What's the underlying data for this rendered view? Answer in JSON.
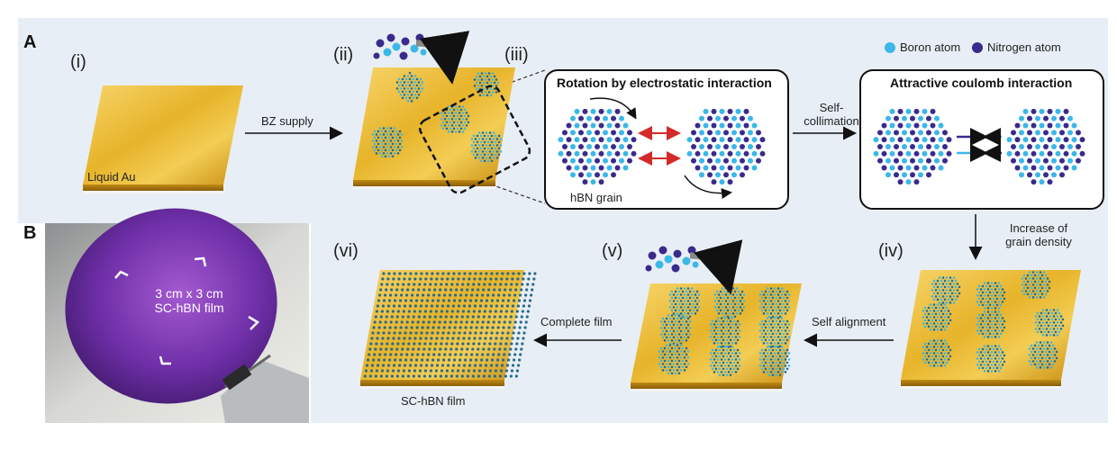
{
  "panel_labels": {
    "a": "A",
    "b": "B"
  },
  "steps": {
    "i": "(i)",
    "ii": "(ii)",
    "iii": "(iii)",
    "iv": "(iv)",
    "v": "(v)",
    "vi": "(vi)"
  },
  "labels": {
    "liquid_au": "Liquid Au",
    "bz_supply": "BZ supply",
    "self_collimation": [
      "Self-",
      "collimation"
    ],
    "increase_grain_density": [
      "Increase of",
      "grain density"
    ],
    "self_alignment": "Self alignment",
    "complete_film": "Complete film",
    "sc_hbn_film": "SC-hBN film",
    "hbn_grain": "hBN grain",
    "photo_text": [
      "3 cm x 3 cm",
      "SC-hBN film"
    ]
  },
  "boxes": {
    "rotation_title": "Rotation by electrostatic interaction",
    "coulomb_title": "Attractive coulomb interaction"
  },
  "legend": {
    "boron": "Boron atom",
    "nitrogen": "Nitrogen atom"
  },
  "colors": {
    "panel_bg": "#e8eef5",
    "gold": "#e8b62a",
    "boron": "#3bb8e6",
    "nitrogen": "#3a2a8c",
    "red_arrow": "#d42a2a",
    "wafer": "#7a3fae"
  }
}
